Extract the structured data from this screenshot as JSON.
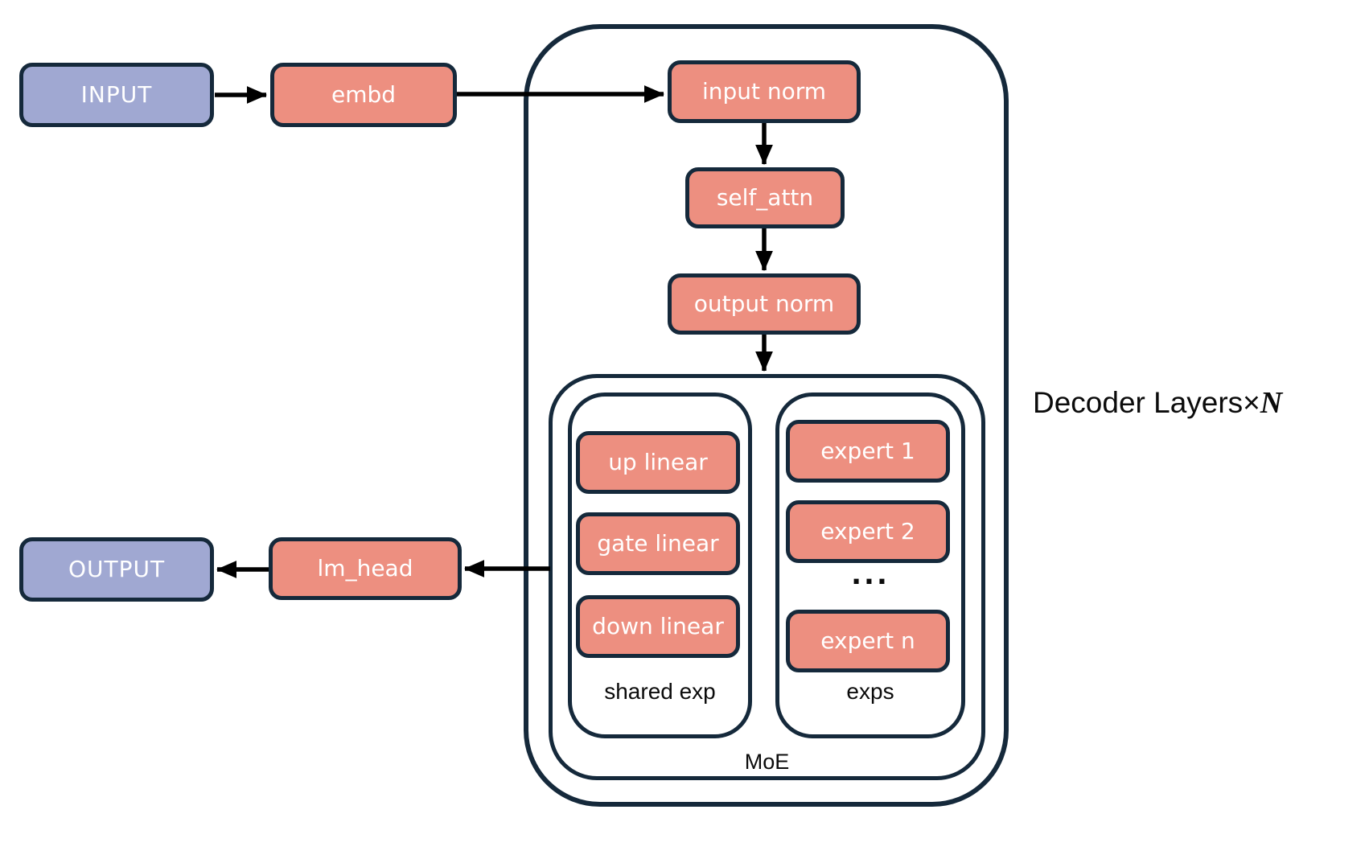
{
  "diagram": {
    "nodes": {
      "input": "INPUT",
      "embd": "embd",
      "input_norm": "input norm",
      "self_attn": "self_attn",
      "output_norm": "output norm",
      "up_linear": "up linear",
      "gate_linear": "gate linear",
      "down_linear": "down linear",
      "expert_1": "expert 1",
      "expert_2": "expert 2",
      "expert_ellipsis": "...",
      "expert_n": "expert n",
      "lm_head": "lm_head",
      "output": "OUTPUT"
    },
    "labels": {
      "shared_exp": "shared exp",
      "exps": "exps",
      "moe": "MoE"
    },
    "decoder_label": {
      "prefix": "Decoder Layers×",
      "n": "N"
    },
    "colors": {
      "node_fill": "#ED8F80",
      "io_fill": "#A0A8D2",
      "outline": "#15293B",
      "arrow": "#000000",
      "node_text": "#FFFFFF",
      "label_text": "#0B0B0B",
      "background": "#FFFFFF"
    }
  }
}
